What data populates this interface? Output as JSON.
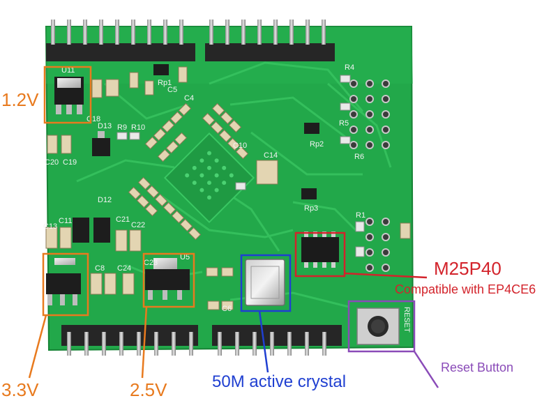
{
  "annotations": {
    "v12": "1.2V",
    "v33": "3.3V",
    "v25": "2.5V",
    "crystal": "50M active crystal",
    "flash_chip": "M25P40",
    "flash_compat": "Compatible with EP4CE6",
    "reset": "Reset Button"
  },
  "silkscreen": {
    "u11": "U11",
    "c18": "C18",
    "d13": "D13",
    "r9": "R9",
    "r10": "R10",
    "d12": "D12",
    "c13": "C13",
    "c11": "C11",
    "c21": "C21",
    "c22": "C22",
    "c8": "C8",
    "c24": "C24",
    "c23": "C23",
    "u5": "U5",
    "c6": "C6",
    "rp1": "Rp1",
    "rp2": "Rp2",
    "rp3": "Rp3",
    "r4": "R4",
    "r5": "R5",
    "r6": "R6",
    "r1": "R1",
    "c10": "C10",
    "c14": "C14",
    "c4": "C4",
    "c5": "C5",
    "c19": "C19",
    "c20": "C20",
    "reset": "RESET"
  },
  "colors": {
    "board": "#22a84a",
    "board_dark": "#178a3a",
    "trace": "#36c05e",
    "orange": "#e87a1e",
    "blue": "#1f3fd1",
    "red": "#d3232b",
    "purple": "#8a4bb8"
  }
}
